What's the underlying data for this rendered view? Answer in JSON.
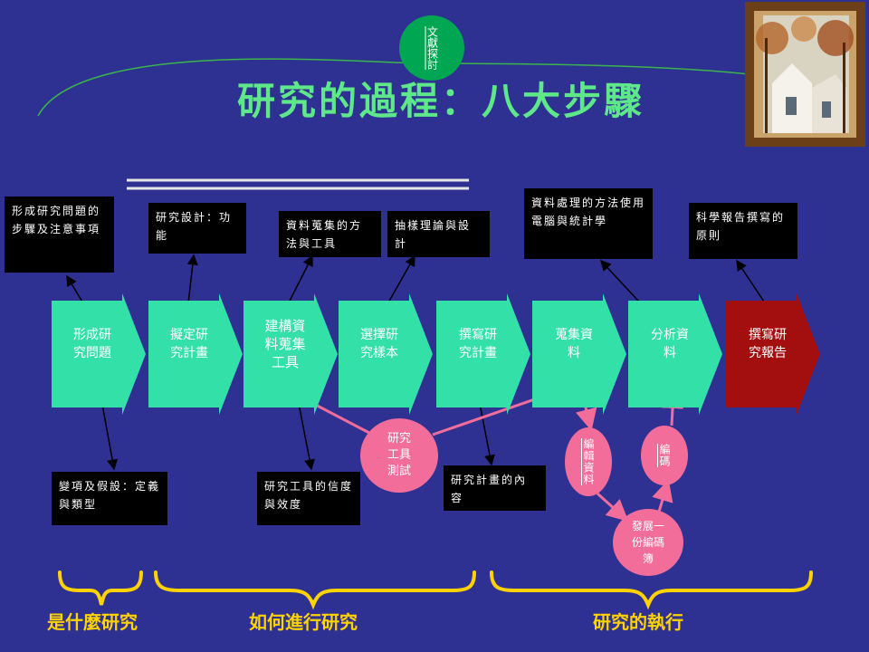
{
  "title": "研究的過程：八大步驟",
  "literature_label": "文獻探討",
  "steps": [
    {
      "label": "形成研\n究問題",
      "color": "#33e0a8"
    },
    {
      "label": "擬定研\n究計畫",
      "color": "#33e0a8"
    },
    {
      "label": "建構資\n料蒐集\n工具",
      "color": "#33e0a8"
    },
    {
      "label": "選擇研\n究樣本",
      "color": "#33e0a8"
    },
    {
      "label": "撰寫研\n究計畫",
      "color": "#33e0a8"
    },
    {
      "label": "蒐集資\n料",
      "color": "#33e0a8"
    },
    {
      "label": "分析資\n料",
      "color": "#33e0a8"
    },
    {
      "label": "撰寫研\n究報告",
      "color": "#a30f0f"
    }
  ],
  "top_notes": [
    "形成研究問題的步驟及注意事項",
    "研究設計：功能",
    "資料蒐集的方法與工具",
    "抽樣理論與設計",
    "資料處理的方法使用電腦與統計學",
    "科學報告撰寫的原則"
  ],
  "bottom_notes": [
    "變項及假設：定義與類型",
    "研究工具的信度與效度",
    "研究計畫的內容"
  ],
  "ovals": {
    "test": "研究\n工具\n測試",
    "edit": "編輯資料",
    "code": "編碼",
    "codebook": "發展一\n份編碼\n簿"
  },
  "phases": [
    "是什麼研究",
    "如何進行研究",
    "研究的執行"
  ],
  "colors": {
    "background": "#2e3192",
    "step_fill": "#33e0a8",
    "final_step_fill": "#a30f0f",
    "title": "#5ee88a",
    "oval": "#f26d9a",
    "brace": "#ffd200",
    "note_box": "#000000"
  }
}
